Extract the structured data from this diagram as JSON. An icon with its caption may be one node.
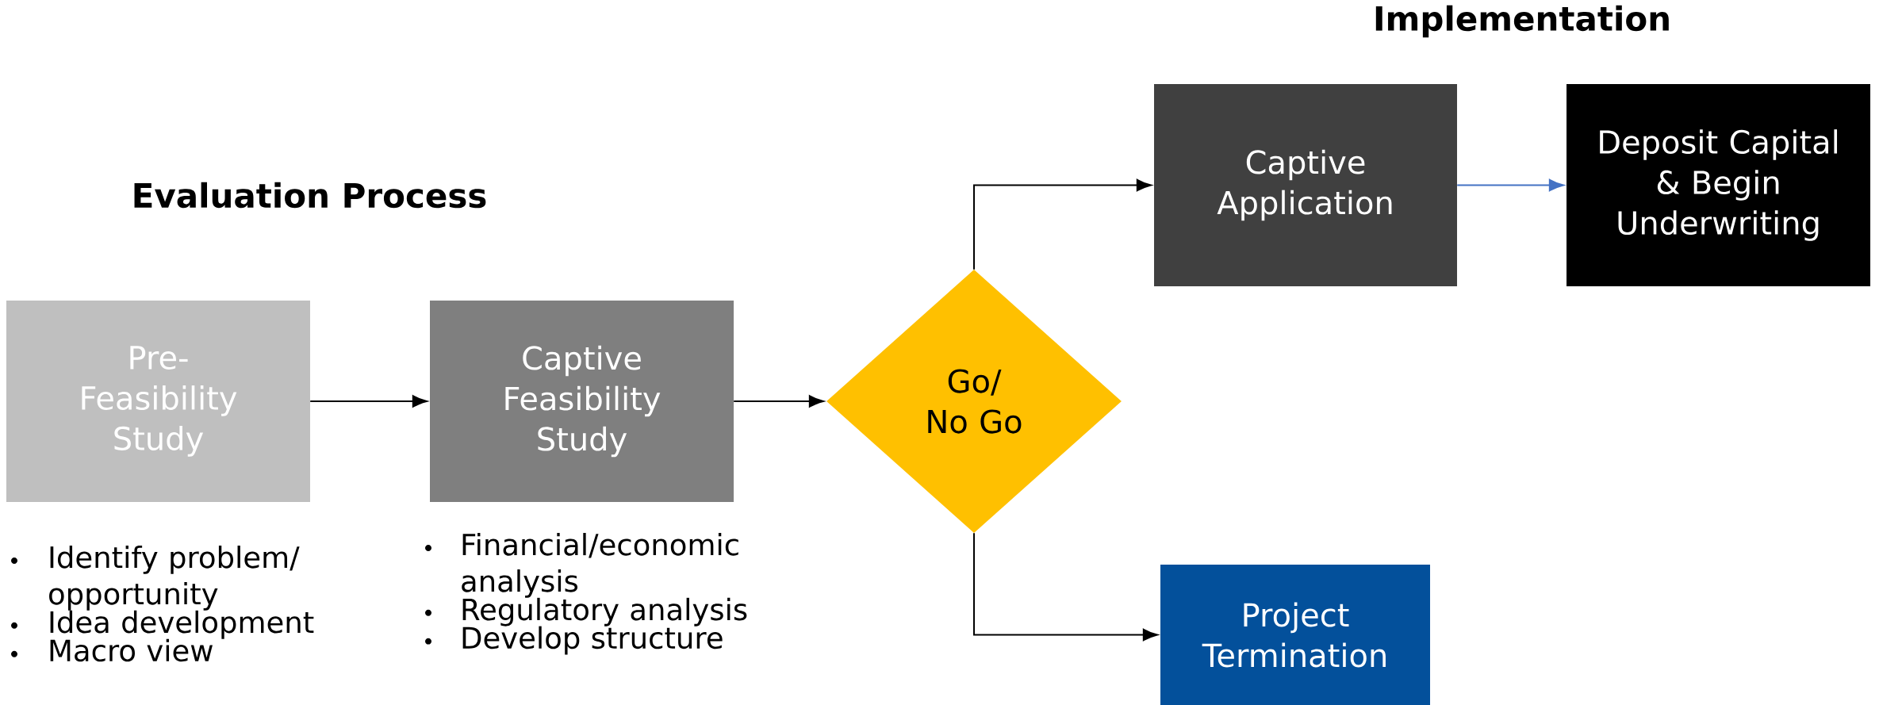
{
  "diagram": {
    "nodes": [
      {
        "text": [
          "Pre-Feasibility Study"
        ],
        "beside": [
          "Identify problem/ opportunity",
          "Idea development",
          "Macro view"
        ]
      },
      {
        "text": [
          "Captive Feasibility Study"
        ],
        "beside": [
          "Financial/economic analysis",
          "Regulatory analysis",
          "Develop structure"
        ]
      },
      {
        "text": [
          "Go/ No Go"
        ]
      },
      {
        "text": [
          "Captive Application"
        ]
      },
      {
        "text": [
          "Deposit Capital & Begin Underwriting"
        ]
      },
      {
        "text": [
          "Project Termination"
        ]
      }
    ],
    "edges": [
      {
        "from": 0,
        "to": 1,
        "arrow": "to"
      },
      {
        "from": 1,
        "to": 2,
        "arrow": "to"
      },
      {
        "from": 2,
        "to": 3,
        "arrow": "to"
      },
      {
        "from": 3,
        "to": 4,
        "arrow": "to",
        "color": "#4472c4"
      },
      {
        "from": 2,
        "to": 5,
        "arrow": "to"
      }
    ],
    "labels": [
      "Implementation",
      "Evaluation Process"
    ]
  }
}
